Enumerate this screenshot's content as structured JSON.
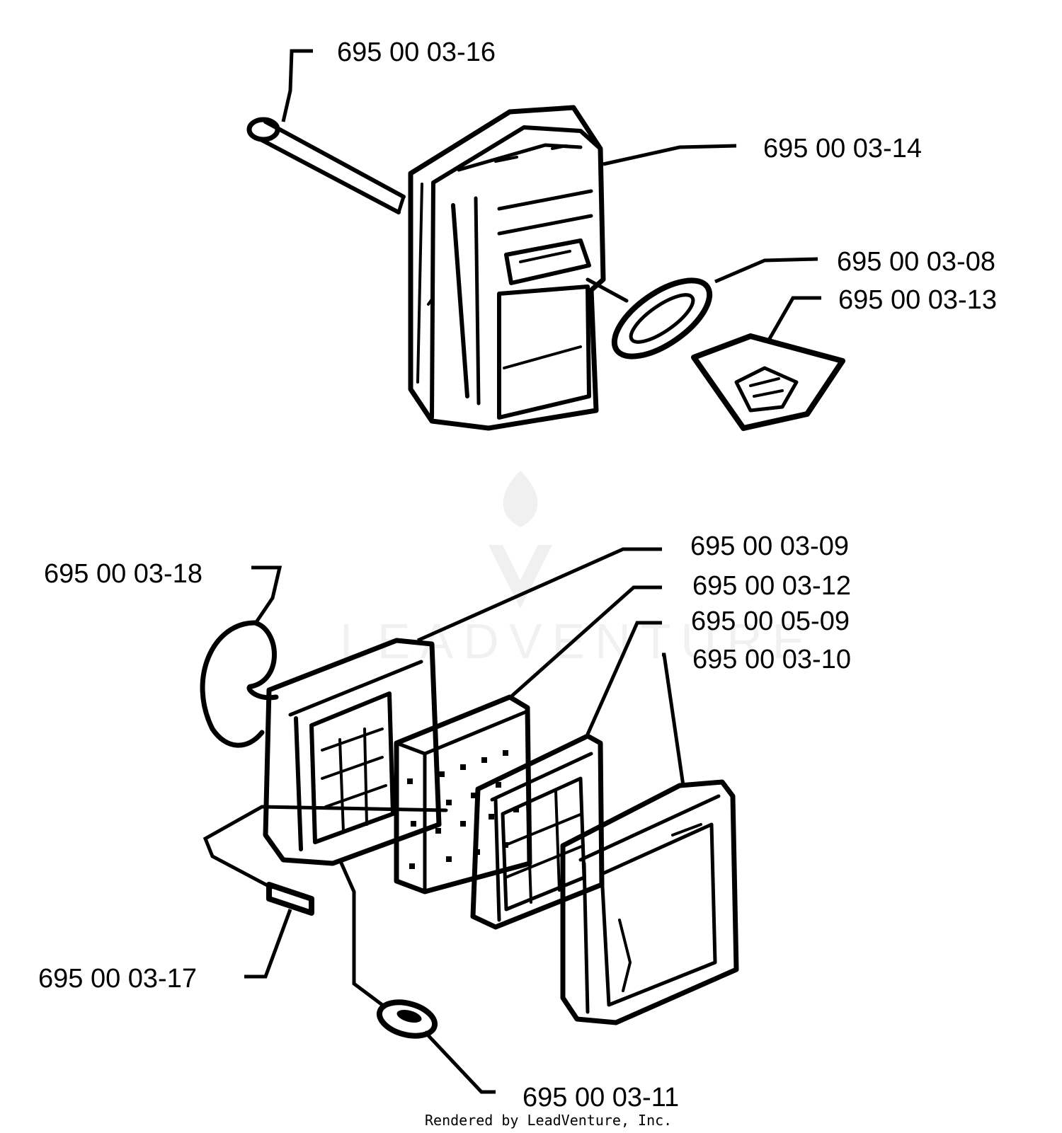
{
  "diagram": {
    "labels": {
      "p_03_16": "695 00 03-16",
      "p_03_14": "695 00 03-14",
      "p_03_08": "695 00 03-08",
      "p_03_13": "695 00 03-13",
      "p_03_09": "695 00 03-09",
      "p_03_18": "695 00 03-18",
      "p_03_12": "695 00 03-12",
      "p_05_09": "695 00 05-09",
      "p_03_10": "695 00 03-10",
      "p_03_17": "695 00 03-17",
      "p_03_11": "695 00 03-11"
    },
    "footer": "Rendered by LeadVenture, Inc.",
    "watermark": "LEADVENTURE",
    "colors": {
      "ink": "#000000",
      "background": "#ffffff"
    }
  }
}
